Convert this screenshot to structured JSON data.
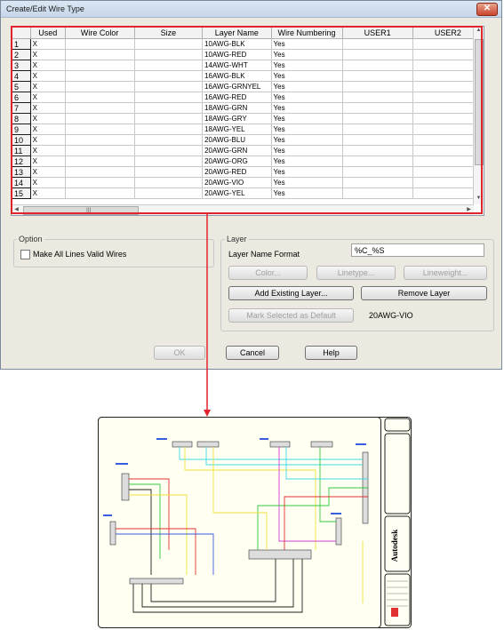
{
  "dialog": {
    "title": "Create/Edit Wire Type",
    "close_glyph": "✕"
  },
  "grid": {
    "columns": [
      "",
      "Used",
      "Wire Color",
      "Size",
      "Layer Name",
      "Wire Numbering",
      "USER1",
      "USER2"
    ],
    "rows": [
      {
        "num": "1",
        "used": "X",
        "layer": "10AWG-BLK",
        "numbering": "Yes"
      },
      {
        "num": "2",
        "used": "X",
        "layer": "10AWG-RED",
        "numbering": "Yes"
      },
      {
        "num": "3",
        "used": "X",
        "layer": "14AWG-WHT",
        "numbering": "Yes"
      },
      {
        "num": "4",
        "used": "X",
        "layer": "16AWG-BLK",
        "numbering": "Yes"
      },
      {
        "num": "5",
        "used": "X",
        "layer": "16AWG-GRNYEL",
        "numbering": "Yes"
      },
      {
        "num": "6",
        "used": "X",
        "layer": "16AWG-RED",
        "numbering": "Yes"
      },
      {
        "num": "7",
        "used": "X",
        "layer": "18AWG-GRN",
        "numbering": "Yes"
      },
      {
        "num": "8",
        "used": "X",
        "layer": "18AWG-GRY",
        "numbering": "Yes"
      },
      {
        "num": "9",
        "used": "X",
        "layer": "18AWG-YEL",
        "numbering": "Yes"
      },
      {
        "num": "10",
        "used": "X",
        "layer": "20AWG-BLU",
        "numbering": "Yes"
      },
      {
        "num": "11",
        "used": "X",
        "layer": "20AWG-GRN",
        "numbering": "Yes"
      },
      {
        "num": "12",
        "used": "X",
        "layer": "20AWG-ORG",
        "numbering": "Yes"
      },
      {
        "num": "13",
        "used": "X",
        "layer": "20AWG-RED",
        "numbering": "Yes"
      },
      {
        "num": "14",
        "used": "X",
        "layer": "20AWG-VIO",
        "numbering": "Yes"
      },
      {
        "num": "15",
        "used": "X",
        "layer": "20AWG-YEL",
        "numbering": "Yes"
      }
    ]
  },
  "option": {
    "group_label": "Option",
    "make_all_valid": "Make All Lines Valid Wires"
  },
  "layer": {
    "group_label": "Layer",
    "format_label": "Layer Name Format",
    "format_value": "%C_%S",
    "color_btn": "Color...",
    "linetype_btn": "Linetype...",
    "lineweight_btn": "Lineweight...",
    "add_existing_btn": "Add Existing Layer...",
    "remove_btn": "Remove Layer",
    "mark_default_btn": "Mark Selected as Default",
    "default_value": "20AWG-VIO"
  },
  "buttons": {
    "ok": "OK",
    "cancel": "Cancel",
    "help": "Help"
  },
  "colors": {
    "highlight": "#e0242b",
    "wire_cyan": "#41d9e8",
    "wire_magenta": "#d23cd6",
    "wire_yellow": "#f2e23a",
    "wire_green": "#32c840",
    "wire_red": "#e03030",
    "wire_blue": "#3a5ce0",
    "wire_black": "#202020"
  },
  "drawing": {
    "logo": "Autodesk"
  }
}
